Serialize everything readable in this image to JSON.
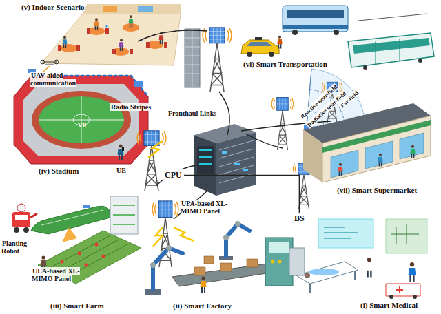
{
  "diagram": {
    "nodes": [
      {
        "text": [
          "CPU"
        ]
      },
      {
        "text": [
          "BS"
        ]
      }
    ],
    "edges": [
      {
        "from": 0,
        "to": 1,
        "arrow": "none"
      }
    ],
    "labels": [
      "(v) Indoor Scenario",
      "(vi) Smart Transportation",
      "Reactive near-field",
      "Radiative near-field",
      "Far-field",
      "UAV-aided communication",
      "Radio Stripes",
      "VR",
      "(iv) Stadium",
      "UE",
      "Fronthaul Links",
      "UPA-based XL-MIMO Panel",
      "(vii) Smart Supermarket",
      "Planting Robot",
      "ULA-based XL-MIMO Panel",
      "(iii) Smart Farm",
      "(ii) Smart Factory",
      "(i) Smart Medical"
    ]
  }
}
